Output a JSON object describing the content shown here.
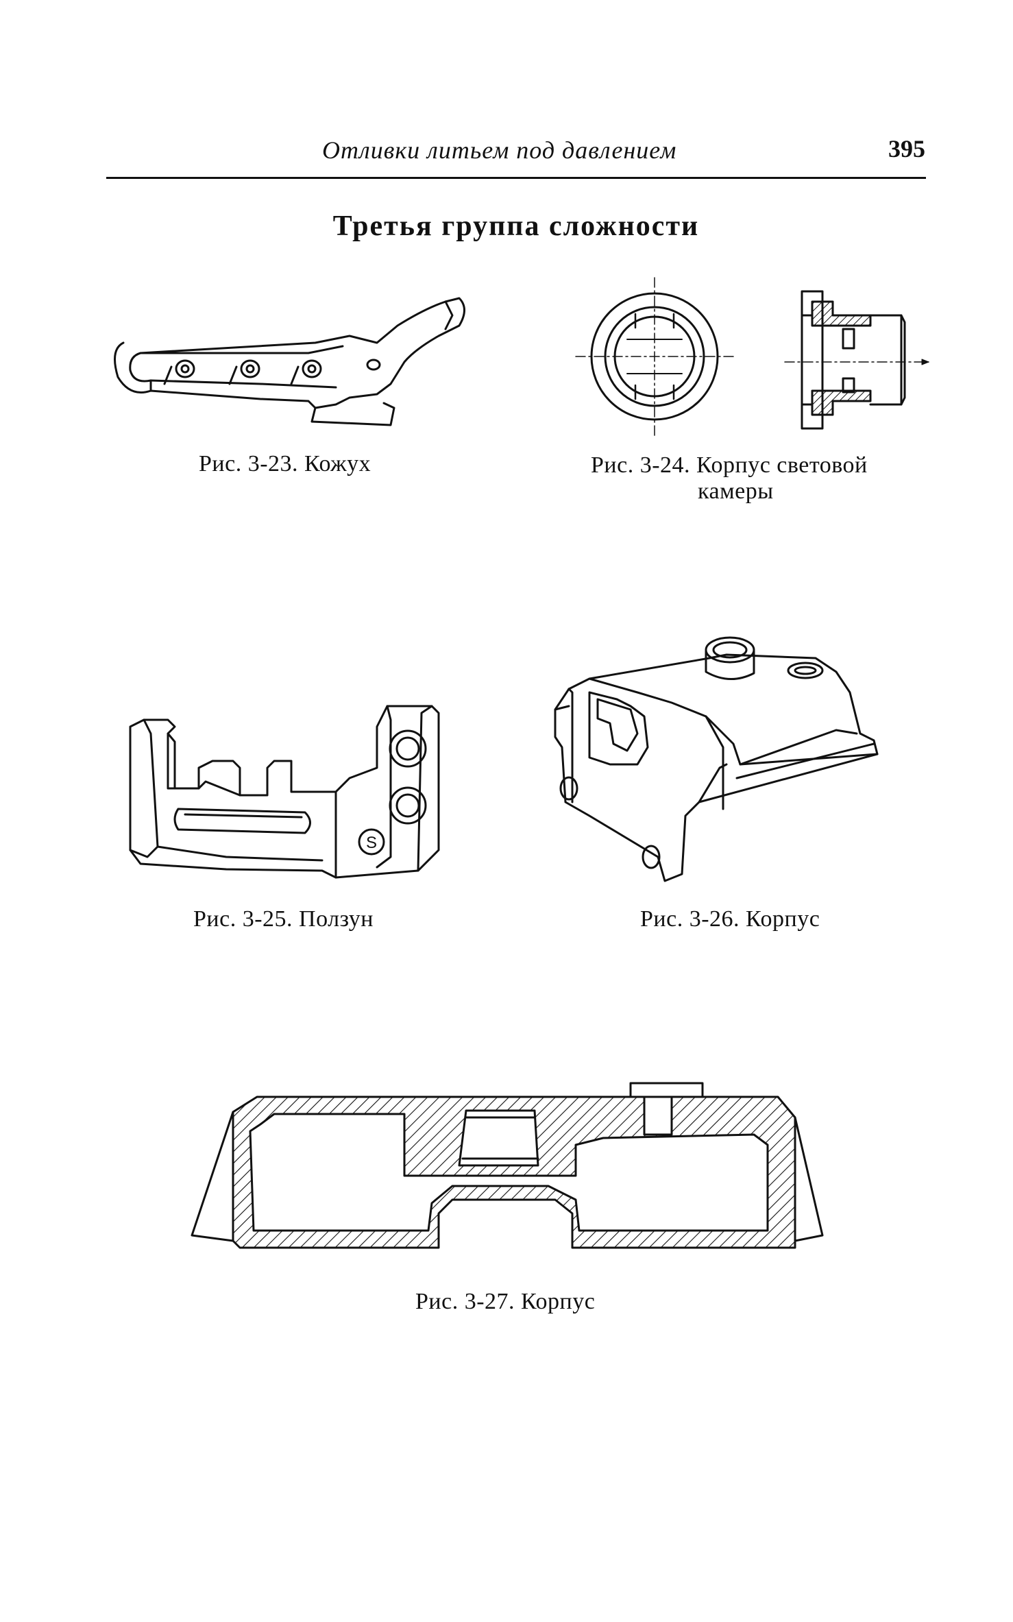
{
  "header": {
    "running_title": "Отливки литьем под давлением",
    "page_number": "395"
  },
  "section_title": "Третья группа сложности",
  "figures": {
    "fig_3_23": {
      "caption": "Рис. 3-23. Кожух"
    },
    "fig_3_24": {
      "caption_line1": "Рис. 3-24. Корпус световой",
      "caption_line2": "камеры"
    },
    "fig_3_25": {
      "caption": "Рис. 3-25. Ползун",
      "marking": "S"
    },
    "fig_3_26": {
      "caption": "Рис. 3-26. Корпус"
    },
    "fig_3_27": {
      "caption": "Рис. 3-27. Корпус"
    }
  }
}
